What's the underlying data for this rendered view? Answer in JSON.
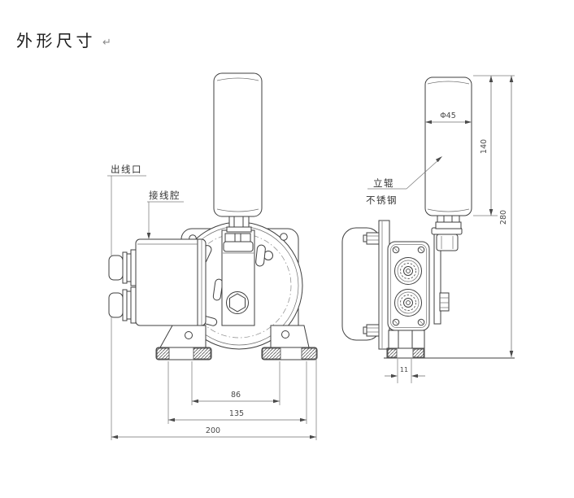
{
  "title": {
    "text": "外形尺寸",
    "return_mark": "↵"
  },
  "callouts": {
    "cable_outlet": "出线口",
    "wiring_cavity": "接线腔",
    "roller_name": "立辊",
    "roller_material": "不锈钢"
  },
  "dimensions": {
    "roller_diameter": "Φ45",
    "roller_length": "140",
    "overall_height": "280",
    "hole_spacing": "86",
    "foot_spacing": "135",
    "overall_width": "200",
    "foot_offset": "11"
  }
}
